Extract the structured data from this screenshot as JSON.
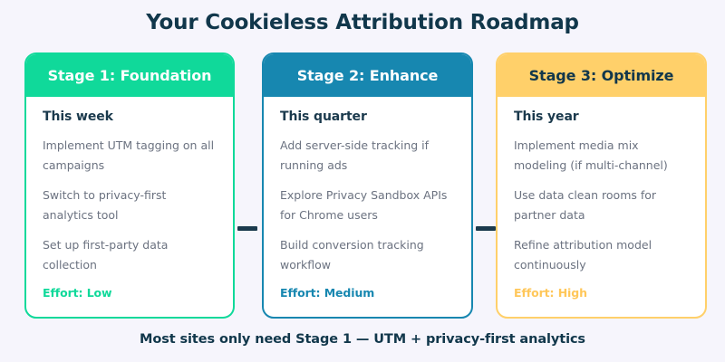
{
  "title": "Your Cookieless Attribution Roadmap",
  "footer": "Most sites only need Stage 1 — UTM + privacy-first analytics",
  "colors": {
    "background": "#f6f5fc",
    "title_text": "#11374b",
    "body_text": "#6b7280",
    "stage1": "#10d99a",
    "stage2": "#1787b0",
    "stage3": "#ffd06a",
    "stage3_effort": "#ffc75a",
    "connector": "#1b3a4d"
  },
  "stages": [
    {
      "header": "Stage 1: Foundation",
      "timeframe": "This week",
      "tasks": [
        "Implement UTM tagging on all campaigns",
        "Switch to privacy-first analytics tool",
        "Set up first-party data collection"
      ],
      "effort": "Effort: Low"
    },
    {
      "header": "Stage 2: Enhance",
      "timeframe": "This quarter",
      "tasks": [
        "Add server-side tracking if running ads",
        "Explore Privacy Sandbox APIs for Chrome users",
        "Build conversion tracking workflow"
      ],
      "effort": "Effort: Medium"
    },
    {
      "header": "Stage 3: Optimize",
      "timeframe": "This year",
      "tasks": [
        "Implement media mix modeling (if multi-channel)",
        "Use data clean rooms for partner data",
        "Refine attribution model continuously"
      ],
      "effort": "Effort: High"
    }
  ]
}
